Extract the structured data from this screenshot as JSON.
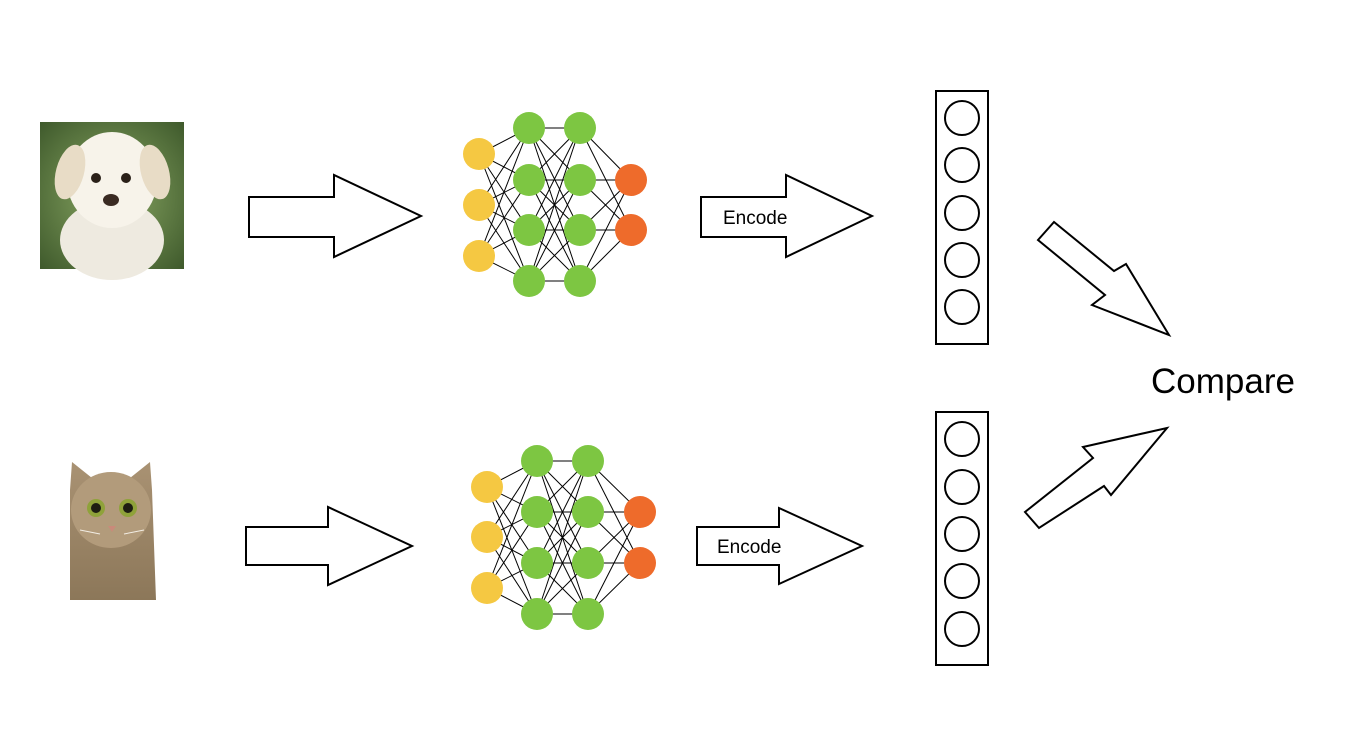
{
  "pipelines": [
    {
      "id": "top",
      "image": "puppy-photo",
      "encode_label": "Encode"
    },
    {
      "id": "bottom",
      "image": "cat-photo",
      "encode_label": "Encode"
    }
  ],
  "compare_label": "Compare",
  "network": {
    "layer_sizes": [
      3,
      4,
      4,
      2
    ]
  },
  "embedding": {
    "slots": 5
  },
  "colors": {
    "input_node": "#F5C842",
    "hidden_node": "#7DC642",
    "output_node": "#EE6B2B",
    "stroke": "#000000"
  }
}
